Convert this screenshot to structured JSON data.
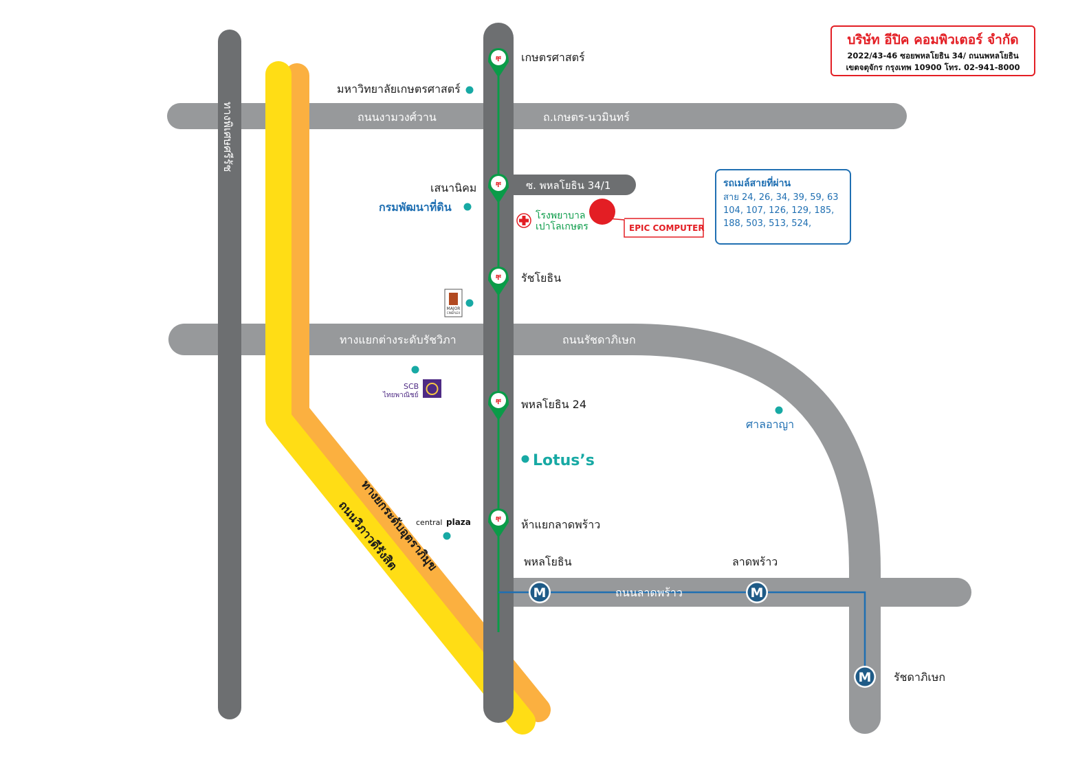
{
  "company": {
    "name": "บริษัท อีปิค คอมพิวเตอร์ จำกัด",
    "address_line1": "2022/43-46 ซอยพหลโยธิน 34/ ถนนพหลโยธิน",
    "address_line2": "เขตจตุจักร กรุงเทพ 10900 โทร. 02-941-8000"
  },
  "bus": {
    "title": "รถเมล์สายที่ผ่าน",
    "line1": "สาย 24, 26, 34, 39, 59, 63",
    "line2": "104, 107, 126, 129, 185,",
    "line3": "188, 503, 513, 524,"
  },
  "stations": {
    "s1": "เกษตรศาสตร์",
    "s2": "เสนานิคม",
    "s3": "รัชโยธิน",
    "s4": "พหลโยธิน 24",
    "s5": "ห้าแยกลาดพร้าว"
  },
  "mrt": {
    "m1": "พหลโยธิน",
    "m2": "ลาดพร้าว",
    "m3": "รัชดาภิเษก",
    "letter": "M"
  },
  "roads": {
    "ngamwongwan": "ถนนงามวงศ์วาน",
    "kaset_nawamin": "ถ.เกษตร-นวมินทร์",
    "soi": "ซ. พหลโยธิน 34/1",
    "ratchawipha": "ทางแยกต่างระดับรัชวิภา",
    "ratchadaphisek": "ถนนรัชดาภิเษก",
    "ladprao": "ถนนลาดพร้าว",
    "expressway": "ทางพิเศษศรีรัช",
    "uttaraphimuk": "ทางยกระดับอุตราภิมุข",
    "viphawadi": "ถนนวิภาวดีรังสิต"
  },
  "places": {
    "ku": "มหาวิทยาลัยเกษตรศาสตร์",
    "land_dev": "กรมพัฒนาที่ดิน",
    "hospital1": "โรงพยาบาล",
    "hospital2": "เปาโลเกษตร",
    "epic": "EPIC COMPUTER",
    "court": "ศาลอาญา",
    "lotus": "Lotus’s",
    "scb1": "SCB",
    "scb2": "ไทยพาณิชย์",
    "central_a": "central",
    "central_b": "plaza",
    "major1": "MAJOR",
    "major2": "CINEPLEX"
  },
  "colors": {
    "road_gray": "#97999b",
    "bts_gray": "#6d6f71",
    "bts_green": "#0a9b48",
    "yellow": "#ffdd15",
    "orange": "#fbb040",
    "teal": "#17a9a4",
    "mrt_blue": "#1f5b87",
    "red": "#e31e24"
  },
  "icons": [
    "bts-station-icon",
    "mrt-station-icon",
    "place-dot-icon",
    "hospital-cross-icon"
  ]
}
